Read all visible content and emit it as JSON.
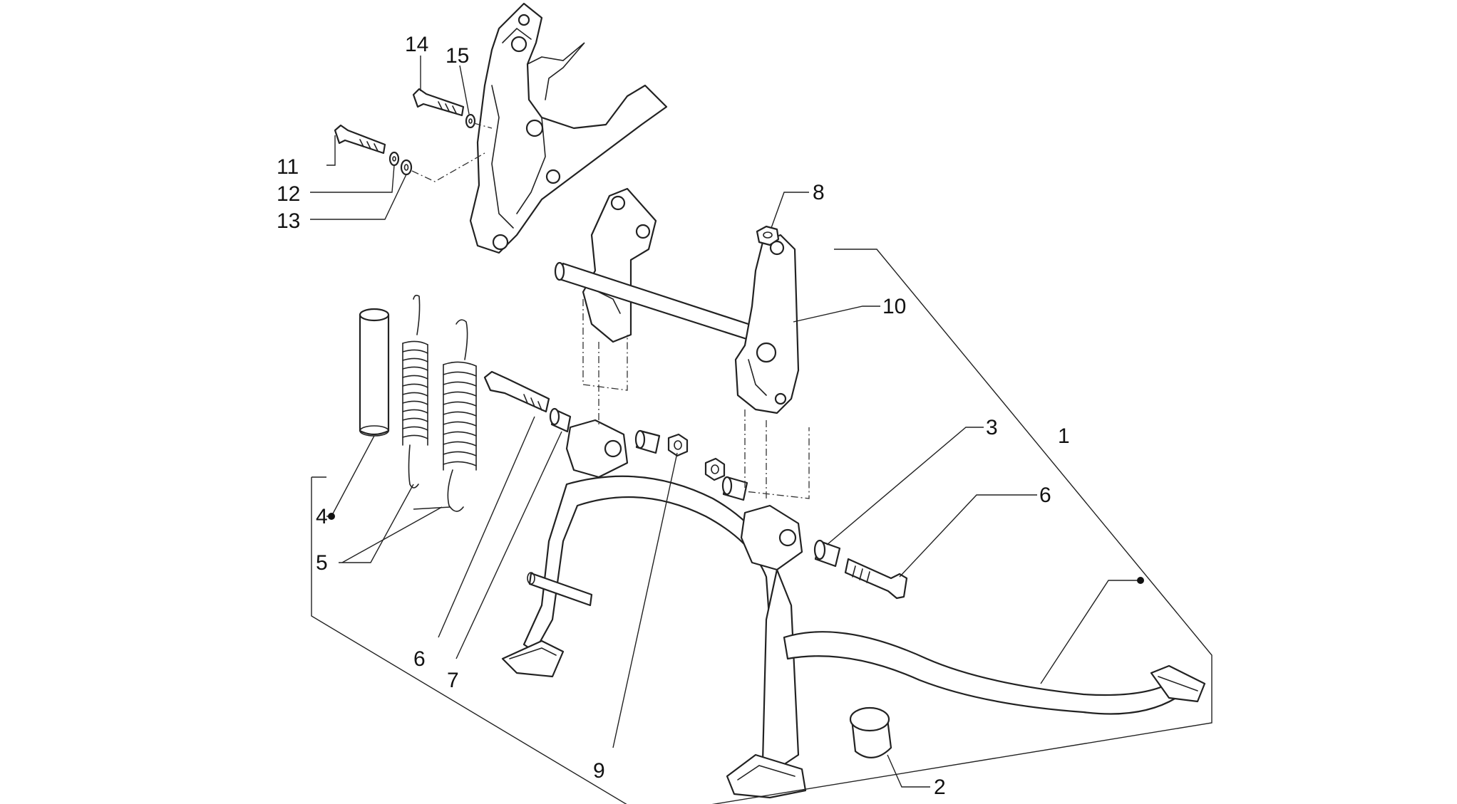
{
  "diagram": {
    "callouts": [
      {
        "id": "c14",
        "text": "14"
      },
      {
        "id": "c15",
        "text": "15"
      },
      {
        "id": "c11",
        "text": "11"
      },
      {
        "id": "c12",
        "text": "12"
      },
      {
        "id": "c13",
        "text": "13"
      },
      {
        "id": "c8",
        "text": "8"
      },
      {
        "id": "c10",
        "text": "10"
      },
      {
        "id": "c3",
        "text": "3"
      },
      {
        "id": "c1",
        "text": "1"
      },
      {
        "id": "c6r",
        "text": "6"
      },
      {
        "id": "c4",
        "text": "4"
      },
      {
        "id": "c5",
        "text": "5"
      },
      {
        "id": "c6l",
        "text": "6"
      },
      {
        "id": "c7",
        "text": "7"
      },
      {
        "id": "c9",
        "text": "9"
      },
      {
        "id": "c2",
        "text": "2"
      }
    ]
  }
}
